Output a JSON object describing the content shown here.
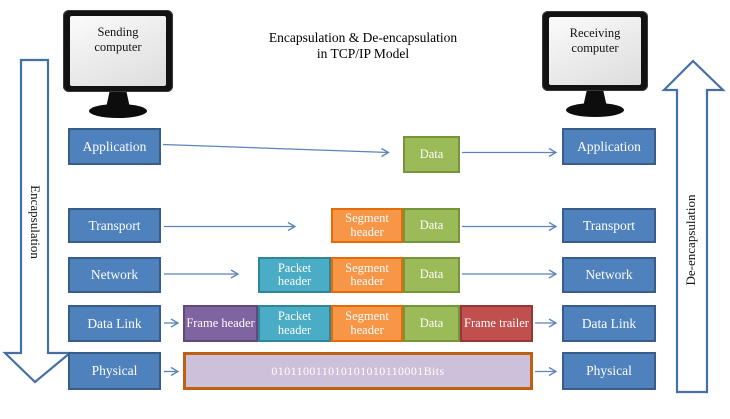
{
  "title": {
    "line1": "Encapsulation & De-encapsulation",
    "line2": "in TCP/IP Model"
  },
  "monitors": {
    "sending": "Sending computer",
    "receiving": "Receiving computer"
  },
  "flow_arrows": {
    "encapsulation": "Encapsulation",
    "deencapsulation": "De-encapsulation"
  },
  "layers": [
    "Application",
    "Transport",
    "Network",
    "Data Link",
    "Physical"
  ],
  "segments": {
    "data": "Data",
    "segment_header": "Segment header",
    "packet_header": "Packet header",
    "frame_header": "Frame header",
    "frame_trailer": "Frame trailer",
    "bits": "010110011010101010110001Bits"
  },
  "colors": {
    "layer_fill": "#4f81bd",
    "layer_border": "#385d8a",
    "data_fill": "#9bbb59",
    "data_border": "#77933c",
    "segment_fill": "#f79646",
    "segment_border": "#e36c09",
    "packet_fill": "#4bacc6",
    "packet_border": "#31859b",
    "frame_header_fill": "#8064a2",
    "frame_header_border": "#604a7b",
    "frame_trailer_fill": "#c0504d",
    "frame_trailer_border": "#953734",
    "bits_fill": "#ccc0da",
    "bits_border": "#c05f10",
    "arrow": "#5b84b8",
    "block_arrow_border": "#4470a6"
  }
}
